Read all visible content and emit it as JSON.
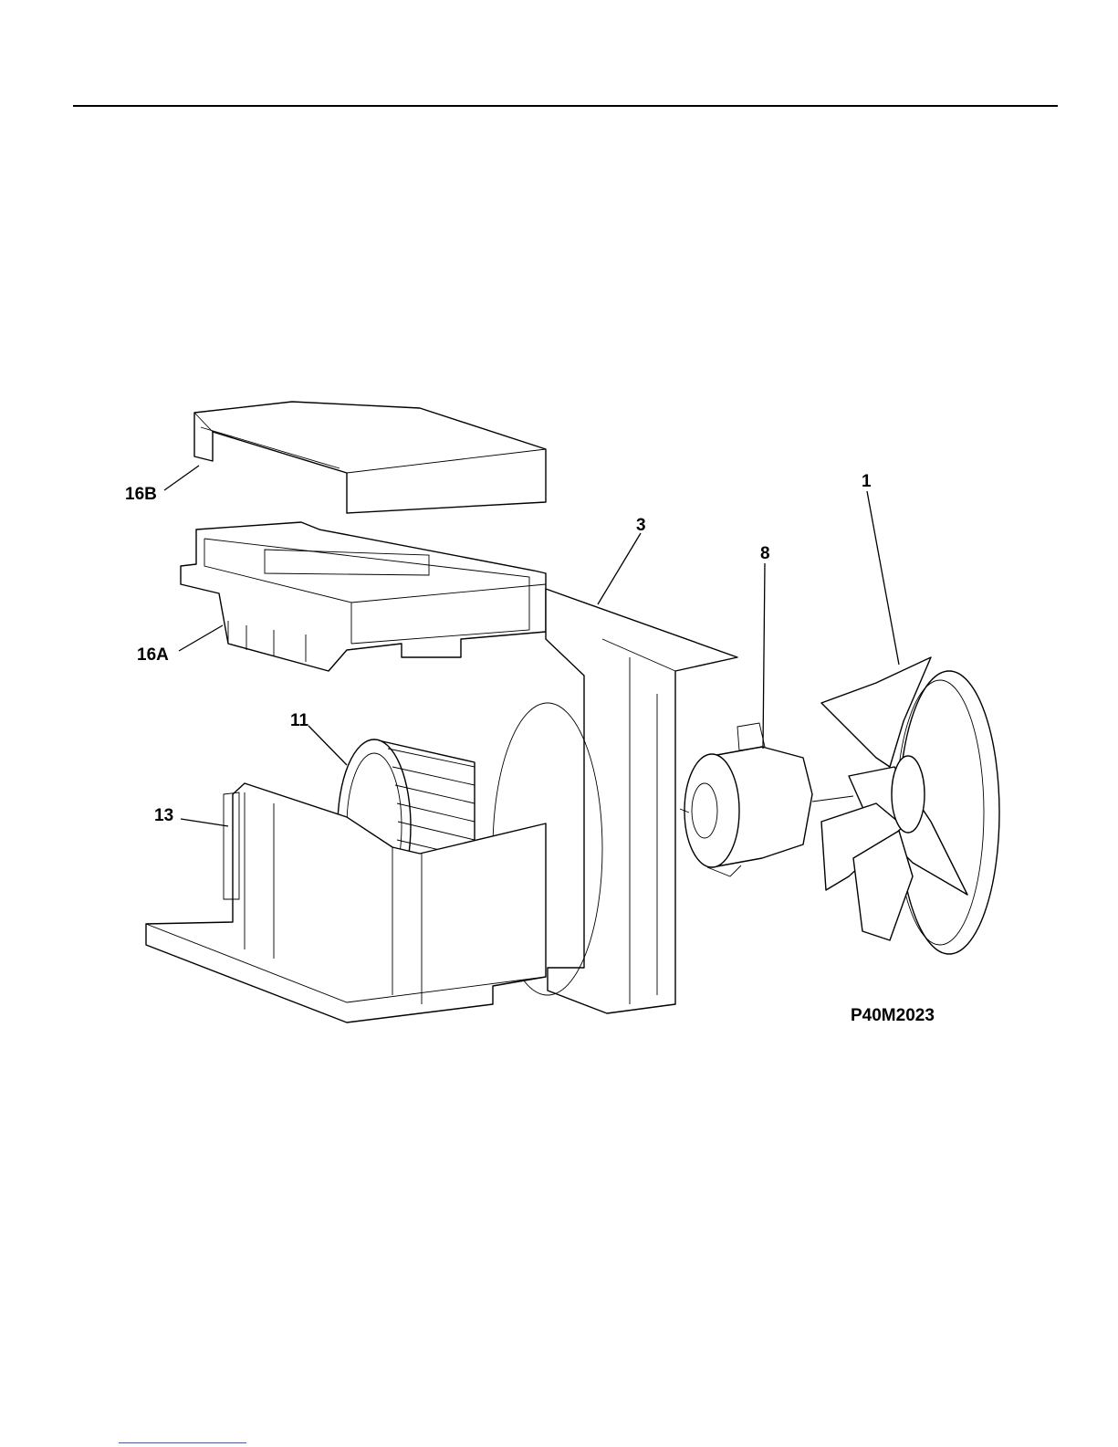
{
  "callouts": {
    "c16b": "16B",
    "c16a": "16A",
    "c11": "11",
    "c13": "13",
    "c3": "3",
    "c8": "8",
    "c1": "1"
  },
  "drawing_code": "P40M2023"
}
